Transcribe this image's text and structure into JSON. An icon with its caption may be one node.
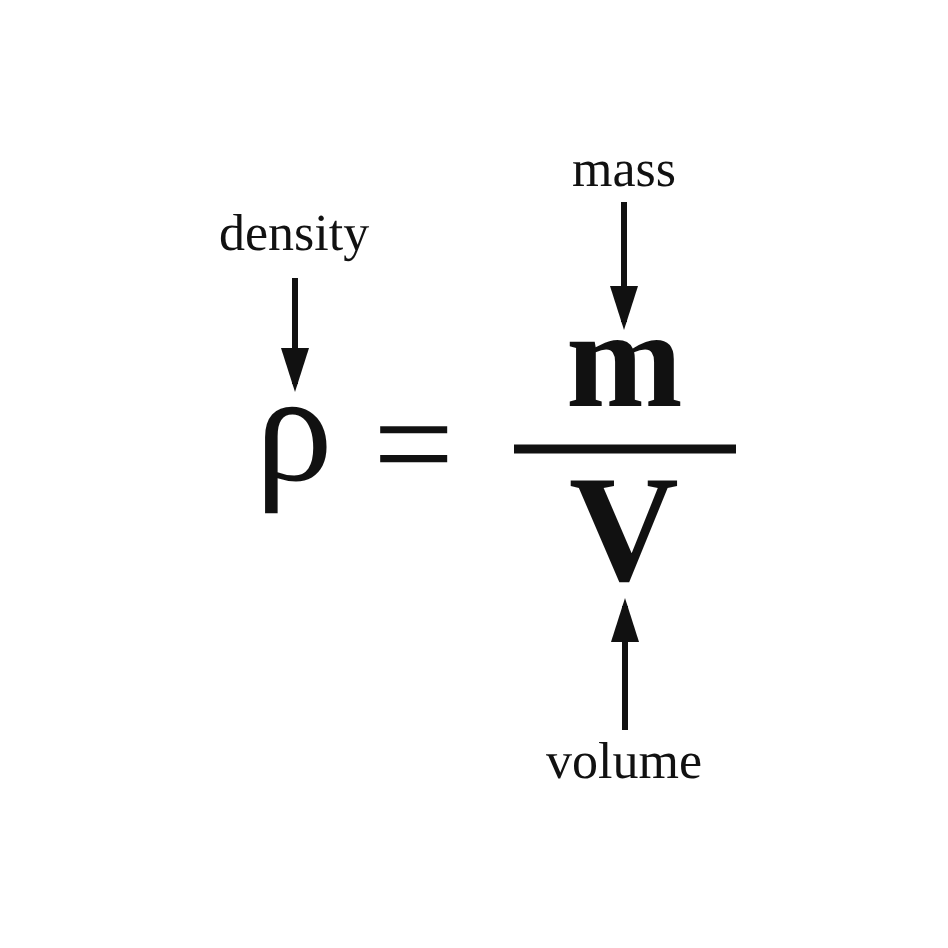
{
  "diagram": {
    "nodes": [
      {
        "text": [
          "density"
        ]
      },
      {
        "text": [
          "ρ"
        ]
      },
      {
        "text": [
          "mass"
        ]
      },
      {
        "text": [
          "m"
        ]
      },
      {
        "text": [
          "V"
        ]
      },
      {
        "text": [
          "volume"
        ]
      }
    ],
    "edges": [
      {
        "from": 0,
        "to": 1,
        "arrow": "to"
      },
      {
        "from": 2,
        "to": 3,
        "arrow": "to"
      },
      {
        "from": 5,
        "to": 4,
        "arrow": "to"
      }
    ],
    "labels": [
      "="
    ]
  }
}
